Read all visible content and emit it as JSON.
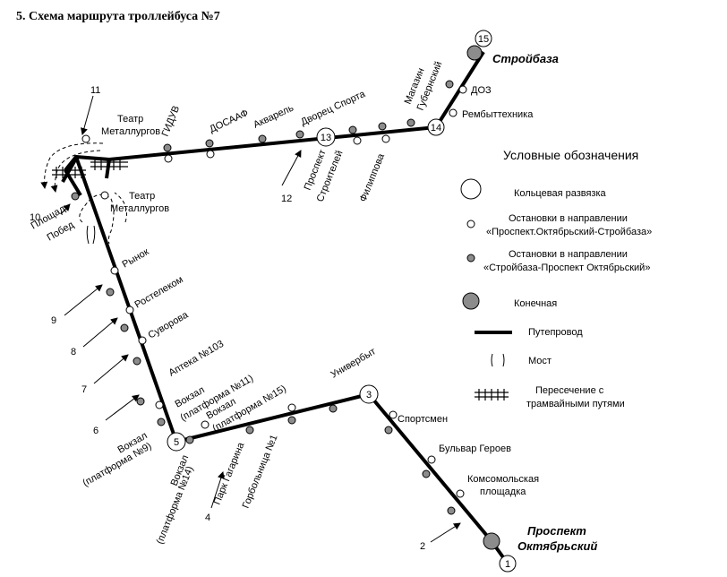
{
  "title": "5. Схема маршрута троллейбуса №7",
  "termini": {
    "north": "Стройбаза",
    "south_line1": "Проспект",
    "south_line2": "Октябрьский"
  },
  "rings": [
    "1",
    "3",
    "5",
    "13",
    "14",
    "15"
  ],
  "stops": {
    "doz": "ДОЗ",
    "rembyt": "Рембыттехника",
    "magazin_1": "Магазин",
    "magazin_2": "Губернский",
    "dvorets": "Дворец Спорта",
    "akvarel": "Акварель",
    "dosaaf": "ДОСААФ",
    "giduv": "ГИДУВ",
    "teatr_top_1": "Театр",
    "teatr_top_2": "Металлургов",
    "teatr_bot_1": "Театр",
    "teatr_bot_2": "Металлургов",
    "prosp_str_1": "Проспект",
    "prosp_str_2": "Строителей",
    "filippova": "Филиппова",
    "ploshad_1": "Площадь",
    "ploshad_2": "Побед",
    "rynok": "Рынок",
    "rostelekom": "Ростелеком",
    "suvorova": "Суворова",
    "apteka": "Аптека №103",
    "vokzal11_1": "Вокзал",
    "vokzal11_2": "(платформа №11)",
    "vokzal15_1": "Вокзал",
    "vokzal15_2": "(платформа №15)",
    "vokzal9_1": "Вокзал",
    "vokzal9_2": "(платформа №9)",
    "vokzal14_1": "Вокзал",
    "vokzal14_2": "(платформа №14)",
    "park_gagarina": "Парк Гагарина",
    "gorbolnitsa": "Горбольница №1",
    "univerbyt": "Универбыт",
    "sportsmen": "Спортсмен",
    "bulvar": "Бульвар Героев",
    "komsomol_1": "Комсомольская",
    "komsomol_2": "площадка"
  },
  "callouts": [
    "2",
    "4",
    "6",
    "7",
    "8",
    "9",
    "10",
    "11",
    "12"
  ],
  "legend": {
    "title": "Условные обозначения",
    "ring": "Кольцевая развязка",
    "stop_a_1": "Остановки в направлении",
    "stop_a_2": "«Проспект.Октябрьский-Стройбаза»",
    "stop_b_1": "Остановки в направлении",
    "stop_b_2": "«Стройбаза-Проспект Октябрьский»",
    "terminal": "Конечная",
    "overpass": "Путепровод",
    "bridge": "Мост",
    "tram_1": "Пересечение с",
    "tram_2": "трамвайными путями"
  },
  "colors": {
    "route": "#000000",
    "stop_grey": "#8c8c8c",
    "stop_white": "#ffffff"
  }
}
